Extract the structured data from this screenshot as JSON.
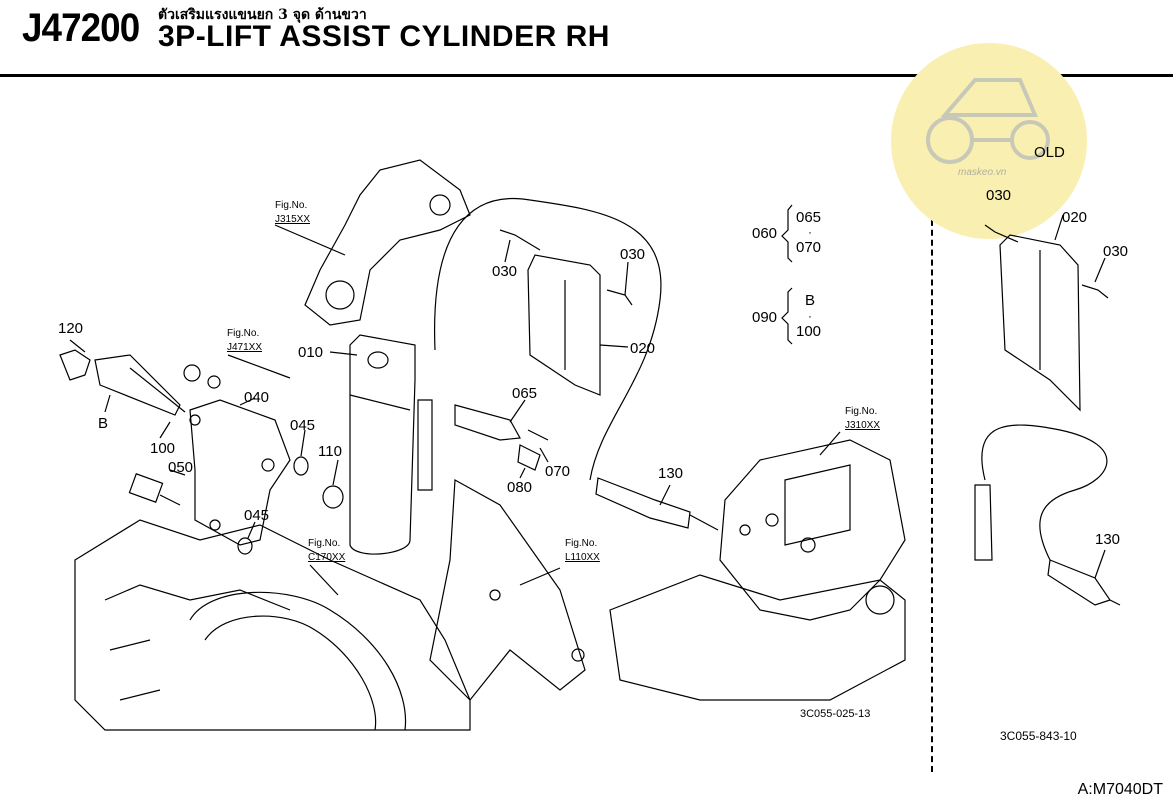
{
  "header": {
    "part_code": "J47200",
    "title_th": "ตัวเสริมแรงแขนยก 3 จุด ด้านขวา",
    "title_en": "3P-LIFT ASSIST CYLINDER RH"
  },
  "watermark": {
    "badge_text": "OLD",
    "site_text": "maskeo.vn",
    "color": "#f9efb0"
  },
  "callouts": {
    "c120": "120",
    "cB": "B",
    "c100": "100",
    "c040": "040",
    "c050": "050",
    "c045a": "045",
    "c045b": "045",
    "c110": "110",
    "c010": "010",
    "c065": "065",
    "c070": "070",
    "c080": "080",
    "c030a": "030",
    "c030b": "030",
    "c020": "020",
    "c130": "130",
    "g060": "060",
    "g065": "065",
    "g070": "070",
    "g090": "090",
    "gB": "B",
    "g100": "100",
    "o030a": "030",
    "o020": "020",
    "o030b": "030",
    "o130": "130"
  },
  "fig_refs": [
    {
      "label": "Fig.No.",
      "code": "J315XX"
    },
    {
      "label": "Fig.No.",
      "code": "J471XX"
    },
    {
      "label": "Fig.No.",
      "code": "C170XX"
    },
    {
      "label": "Fig.No.",
      "code": "L110XX"
    },
    {
      "label": "Fig.No.",
      "code": "J310XX"
    }
  ],
  "drawing_ids": {
    "main": "3C055-025-13",
    "old": "3C055-843-10"
  },
  "doc_code": "A:M7040DT"
}
